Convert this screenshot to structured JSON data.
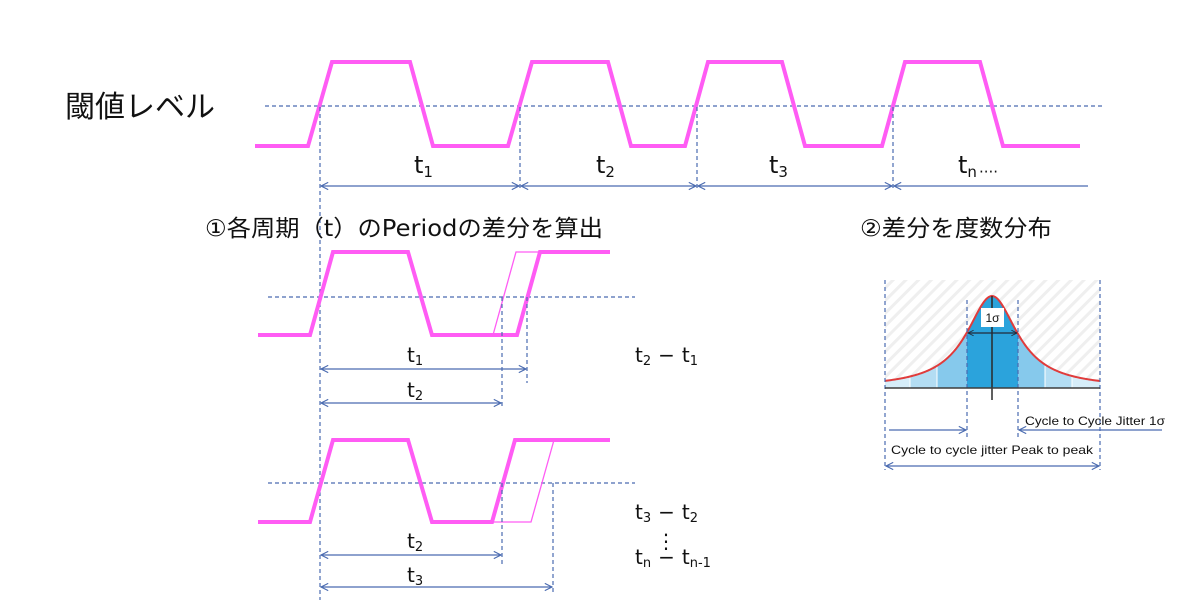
{
  "threshold_label": "閾値レベル",
  "top_periods": [
    {
      "base": "t",
      "sub": "1"
    },
    {
      "base": "t",
      "sub": "2"
    },
    {
      "base": "t",
      "sub": "3"
    },
    {
      "base": "t",
      "sub": "n",
      "suffix": "····"
    }
  ],
  "step1_heading": "①各周期（t）のPeriodの差分を算出",
  "step2_heading": "②差分を度数分布",
  "example_1": {
    "periods": [
      {
        "base": "t",
        "sub": "1"
      },
      {
        "base": "t",
        "sub": "2"
      }
    ],
    "difference": {
      "minuend": {
        "base": "t",
        "sub": "2"
      },
      "operator": "−",
      "subtrahend": {
        "base": "t",
        "sub": "1"
      }
    }
  },
  "example_2": {
    "periods": [
      {
        "base": "t",
        "sub": "2"
      },
      {
        "base": "t",
        "sub": "3"
      }
    ],
    "difference": {
      "minuend": {
        "base": "t",
        "sub": "3"
      },
      "operator": "−",
      "subtrahend": {
        "base": "t",
        "sub": "2"
      }
    },
    "ellipsis": "⋮",
    "general_difference": {
      "minuend": {
        "base": "t",
        "sub": "n"
      },
      "operator": "−",
      "subtrahend": {
        "base": "t",
        "sub": "n-1"
      }
    }
  },
  "histogram": {
    "sigma_label": "1σ",
    "c2c_1sigma_label": "Cycle to Cycle Jitter 1σ",
    "c2c_peak_to_peak_label": "Cycle to cycle jitter Peak to peak"
  },
  "colors": {
    "waveform": "#ff5cf4",
    "guide": "#4a6bb0",
    "curve": "#e03c3c",
    "sigma_band": "#2ba3dc"
  }
}
